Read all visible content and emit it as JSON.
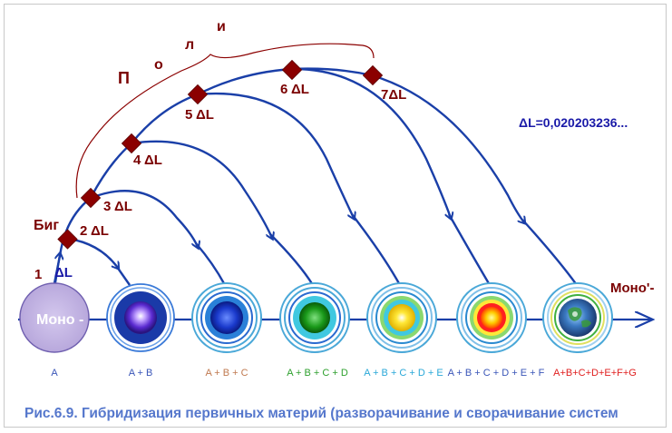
{
  "colors": {
    "path": "#1a3fa8",
    "node": "#8b0000",
    "dark_text": "#7a0000",
    "blue_text": "#1a1aa8",
    "caption": "#5577cc"
  },
  "labels": {
    "poli_letters": [
      "П",
      "о",
      "л",
      "и"
    ],
    "big": "Биг",
    "mono_left": "Моно -",
    "mono_right": "Моно'-",
    "delta_value": "ΔL=0,020203236...",
    "steps": [
      "1 ΔL",
      "2 ΔL",
      "3 ΔL",
      "4 ΔL",
      "5 ΔL",
      "6 ΔL",
      "7ΔL"
    ]
  },
  "sums": [
    {
      "text": "A",
      "color": "#3a56b8"
    },
    {
      "text": "A + B",
      "color": "#3a56b8"
    },
    {
      "text": "A + B + C",
      "color": "#c07a50"
    },
    {
      "text": "A + B + C + D",
      "color": "#2ea02e"
    },
    {
      "text": "A + B + C + D + E",
      "color": "#2aa8d8"
    },
    {
      "text": "A + B + C + D + E + F",
      "color": "#3a56b8"
    },
    {
      "text": "A+B+C+D+E+F+G",
      "color": "#e02020"
    }
  ],
  "caption": "Рис.6.9.  Гибридизация  первичных материй (разворачивание и сворачивание систем"
}
